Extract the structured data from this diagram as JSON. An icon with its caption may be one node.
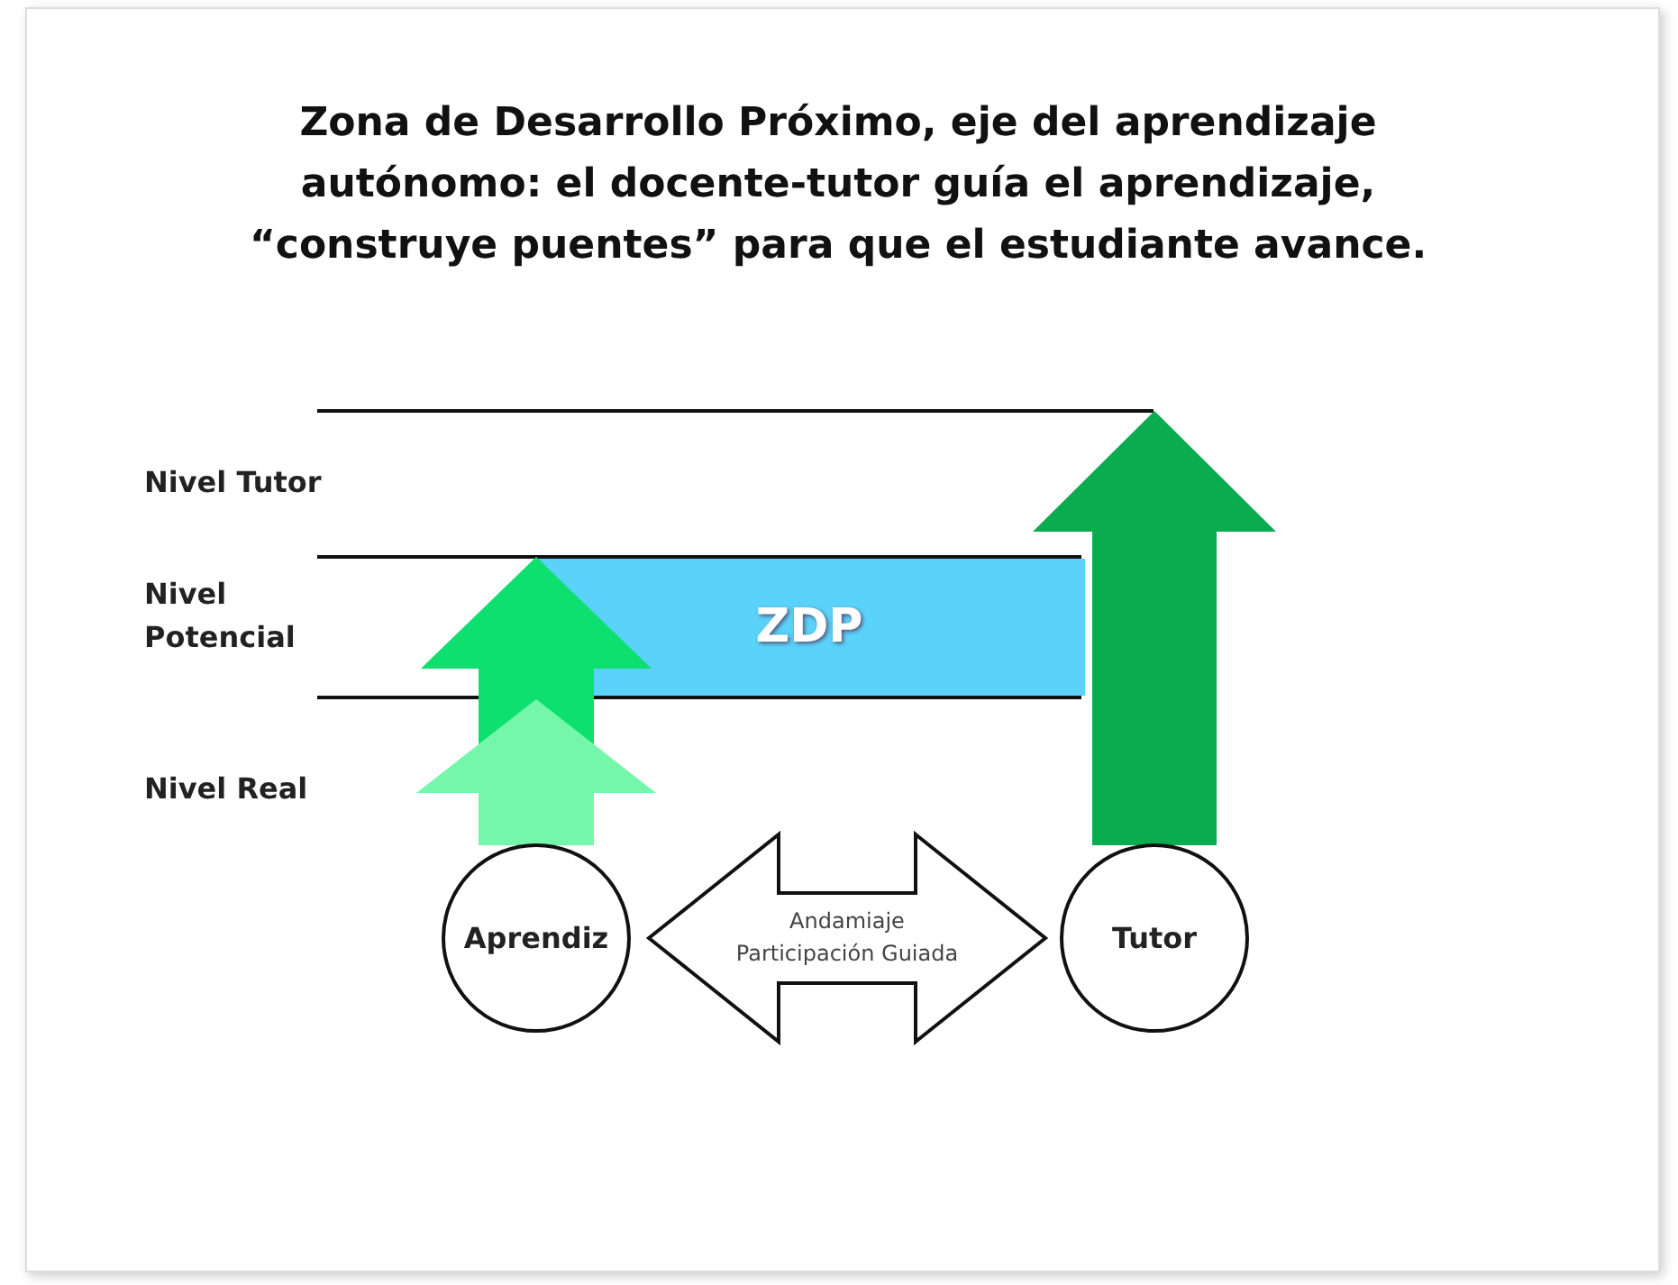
{
  "diagram": {
    "title": "Zona de Desarrollo Próximo, eje del aprendizaje autónomo: el docente-tutor guía el aprendizaje, “construye puentes” para que el estudiante avance.",
    "nodes": [
      {
        "text": [
          "Aprendiz"
        ]
      },
      {
        "text": [
          "Tutor"
        ]
      },
      {
        "text": [
          "ZDP"
        ]
      }
    ],
    "edges": [
      {
        "from": 0,
        "to": null,
        "arrow": "to",
        "color": "#0de06e"
      },
      {
        "from": 0,
        "to": null,
        "arrow": "to",
        "color": "#75f7ab"
      },
      {
        "from": 1,
        "to": null,
        "arrow": "to",
        "color": "#0bab50"
      },
      {
        "from": 0,
        "to": 1,
        "arrow": "both",
        "label": "Andamiaje Participación Guiada"
      }
    ],
    "labels": [
      "Nivel Tutor",
      "Nivel Potencial",
      "Nivel Real"
    ]
  }
}
